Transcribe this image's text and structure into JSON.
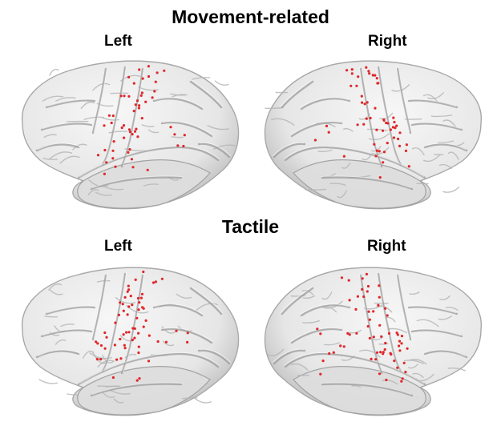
{
  "sections": [
    {
      "title": "Movement-related",
      "left": {
        "label": "Left"
      },
      "right": {
        "label": "Right"
      }
    },
    {
      "title": "Tactile",
      "left": {
        "label": "Left"
      },
      "right": {
        "label": "Right"
      }
    }
  ],
  "colors": {
    "electrode": "#e0262a",
    "cortex_fill": "#e6e6e6",
    "gyrus_highlight": "#f7f7f7",
    "sulcus": "#9c9c9c",
    "background": "#ffffff"
  }
}
